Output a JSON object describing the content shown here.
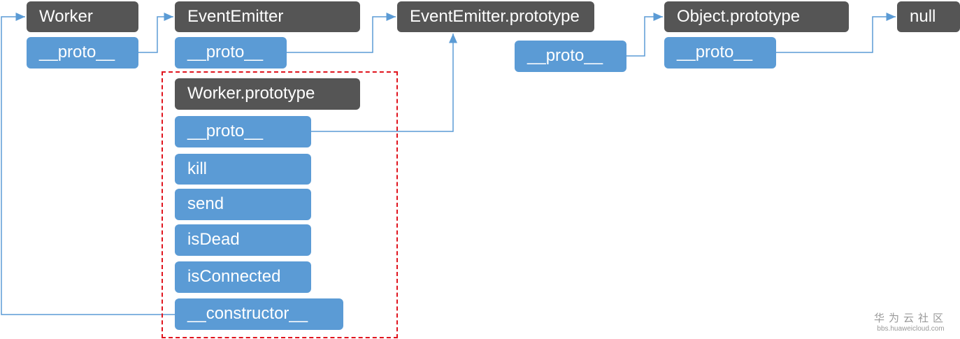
{
  "colors": {
    "object": "#555555",
    "property": "#5b9bd5",
    "arrow": "#5b9bd5",
    "highlight": "#e0141e"
  },
  "nodes": {
    "worker": {
      "title": "Worker",
      "proto": "__proto__"
    },
    "event_emitter": {
      "title": "EventEmitter",
      "proto": "__proto__"
    },
    "event_emitter_prototype": {
      "title": "EventEmitter.prototype",
      "proto": "__proto__"
    },
    "object_prototype": {
      "title": "Object.prototype",
      "proto": "__proto__"
    },
    "null": {
      "title": "null"
    },
    "worker_prototype": {
      "title": "Worker.prototype",
      "members": [
        "__proto__",
        "kill",
        "send",
        "isDead",
        "isConnected",
        "__constructor__"
      ]
    }
  },
  "watermark": {
    "zh": "华为云社区",
    "en": "bbs.huaweicloud.com"
  }
}
